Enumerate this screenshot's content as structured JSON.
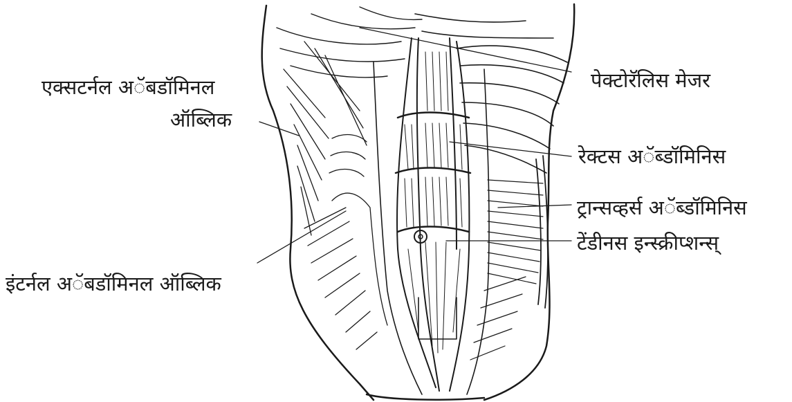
{
  "diagram": {
    "labels": {
      "external_oblique_line1": "एक्सटर्नल अॅबडॉमिनल",
      "external_oblique_line2": "ऑब्लिक",
      "internal_oblique": "इंटर्नल अॅबडॉमिनल ऑब्लिक",
      "pectoralis_major": "पेक्टोरॅलिस मेजर",
      "rectus_abdominis": "रेक्टस अॅब्डॉमिनिस",
      "transversus_abdominis": "ट्रान्सव्हर्स अॅब्डॉमिनिस",
      "tendinous_inscriptions": "टेंडीनस इन्स्क्रीप्शन्स्"
    },
    "colors": {
      "ink": "#1a1a1a",
      "background": "#ffffff"
    }
  }
}
